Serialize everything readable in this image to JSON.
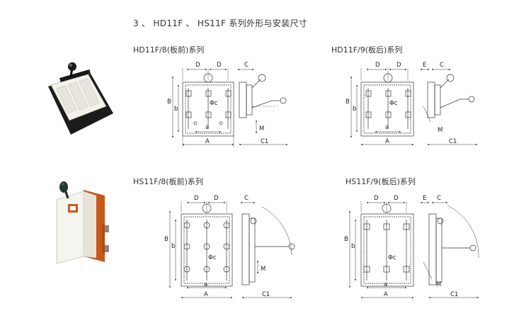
{
  "heading": "3 、 HD11F 、 HS11F 系列外形与安装尺寸",
  "drawings": [
    {
      "caption": "HD11F/8(板前)系列",
      "labels": {
        "D1": "D",
        "D2": "D",
        "C": "C",
        "B": "B",
        "b": "b",
        "phi": "Φc",
        "a": "a",
        "A": "A",
        "M": "M",
        "C1": "C1"
      }
    },
    {
      "caption": "HD11F/9(板后)系列",
      "labels": {
        "D1": "D",
        "D2": "D",
        "E": "E",
        "C": "C",
        "B": "B",
        "b": "b",
        "phi": "Φc",
        "a": "a",
        "A": "A",
        "M": "M",
        "C1": "C1"
      }
    },
    {
      "caption": "HS11F/8(板前)系列",
      "labels": {
        "D1": "D",
        "D2": "D",
        "C": "C",
        "B": "B",
        "b": "b",
        "phi": "Φc",
        "a": "a",
        "A": "A",
        "M": "M",
        "C1": "C1"
      }
    },
    {
      "caption": "HS11F/9(板后)系列",
      "labels": {
        "D1": "D",
        "D2": "D",
        "E": "E",
        "C": "C",
        "B": "B",
        "b": "b",
        "phi": "Φc",
        "a": "a",
        "A": "A",
        "M": "M",
        "C1": "C1"
      }
    }
  ],
  "colors": {
    "line": "#333333",
    "switch_body": "#f5f3ee",
    "switch_base": "#222222",
    "handle": "#1a1a1a",
    "orange": "#c8581c"
  }
}
